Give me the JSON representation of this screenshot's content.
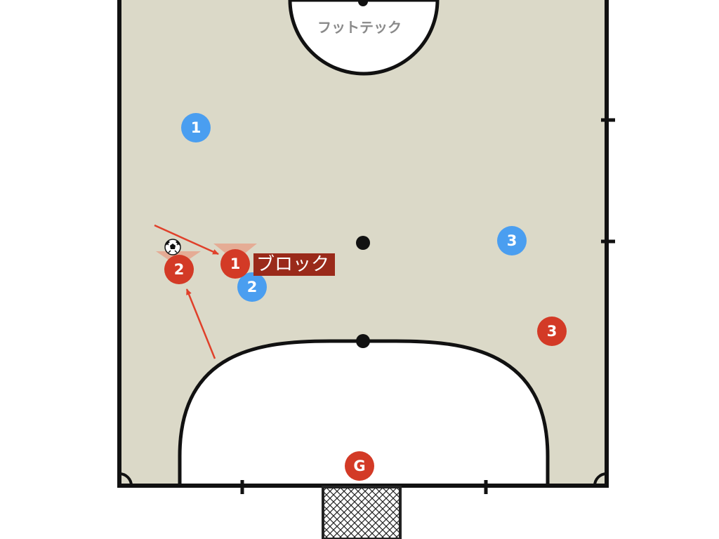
{
  "brand": "フットテック",
  "colors": {
    "court": "#dbd9c8",
    "line": "#111111",
    "team_red": "#d33a26",
    "team_blue": "#4a9ef0",
    "callout_bg": "#9a2a1a",
    "arrow": "#e0402a",
    "cone": "#e6a68f"
  },
  "players": {
    "blue1": {
      "label": "1"
    },
    "blue2": {
      "label": "2"
    },
    "blue3": {
      "label": "3"
    },
    "red1": {
      "label": "1"
    },
    "red2": {
      "label": "2"
    },
    "red3": {
      "label": "3"
    },
    "red_goalkeeper": {
      "label": "G"
    }
  },
  "callout": {
    "text": "ブロック"
  },
  "ball_icon": "soccer-ball-icon"
}
